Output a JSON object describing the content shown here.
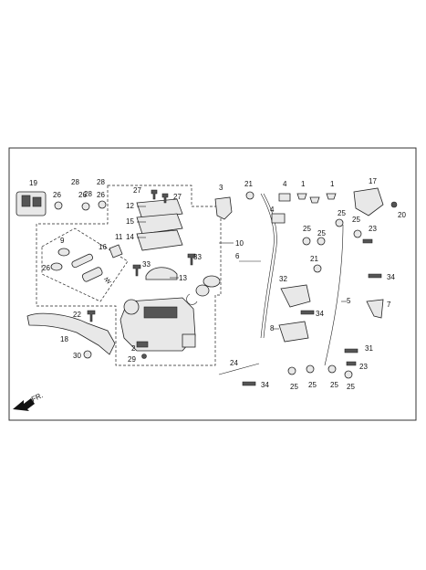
{
  "direction_label": "FR.",
  "callouts": [
    {
      "id": "c19",
      "text": "19"
    },
    {
      "id": "c28a",
      "text": "28"
    },
    {
      "id": "c28b",
      "text": "28"
    },
    {
      "id": "c28c",
      "text": "28"
    },
    {
      "id": "c26a",
      "text": "26"
    },
    {
      "id": "c26b",
      "text": "26"
    },
    {
      "id": "c26c",
      "text": "26"
    },
    {
      "id": "c27a",
      "text": "27"
    },
    {
      "id": "c27b",
      "text": "27"
    },
    {
      "id": "c12",
      "text": "12"
    },
    {
      "id": "c15",
      "text": "15"
    },
    {
      "id": "c14",
      "text": "14"
    },
    {
      "id": "c11",
      "text": "11"
    },
    {
      "id": "c16",
      "text": "16"
    },
    {
      "id": "c9",
      "text": "9"
    },
    {
      "id": "c26d",
      "text": "26"
    },
    {
      "id": "c33a",
      "text": "33"
    },
    {
      "id": "c33b",
      "text": "33"
    },
    {
      "id": "c13",
      "text": "13"
    },
    {
      "id": "c3",
      "text": "3"
    },
    {
      "id": "c10",
      "text": "10"
    },
    {
      "id": "c6",
      "text": "6"
    },
    {
      "id": "c21a",
      "text": "21"
    },
    {
      "id": "c4a",
      "text": "4"
    },
    {
      "id": "c4b",
      "text": "4"
    },
    {
      "id": "c1a",
      "text": "1"
    },
    {
      "id": "c1b",
      "text": "1"
    },
    {
      "id": "c17",
      "text": "17"
    },
    {
      "id": "c20",
      "text": "20"
    },
    {
      "id": "c25a",
      "text": "25"
    },
    {
      "id": "c25b",
      "text": "25"
    },
    {
      "id": "c25c",
      "text": "25"
    },
    {
      "id": "c25d",
      "text": "25"
    },
    {
      "id": "c23a",
      "text": "23"
    },
    {
      "id": "c21b",
      "text": "21"
    },
    {
      "id": "c32",
      "text": "32"
    },
    {
      "id": "c34a",
      "text": "34"
    },
    {
      "id": "c34b",
      "text": "34"
    },
    {
      "id": "c5",
      "text": "5"
    },
    {
      "id": "c7",
      "text": "7"
    },
    {
      "id": "c8",
      "text": "8"
    },
    {
      "id": "c31",
      "text": "31"
    },
    {
      "id": "c23b",
      "text": "23"
    },
    {
      "id": "c22",
      "text": "22"
    },
    {
      "id": "c18",
      "text": "18"
    },
    {
      "id": "c30",
      "text": "30"
    },
    {
      "id": "c2",
      "text": "2"
    },
    {
      "id": "c29",
      "text": "29"
    },
    {
      "id": "c24",
      "text": "24"
    },
    {
      "id": "c34c",
      "text": "34"
    },
    {
      "id": "c25e",
      "text": "25"
    },
    {
      "id": "c25f",
      "text": "25"
    },
    {
      "id": "c25g",
      "text": "25"
    },
    {
      "id": "c25h",
      "text": "25"
    }
  ]
}
